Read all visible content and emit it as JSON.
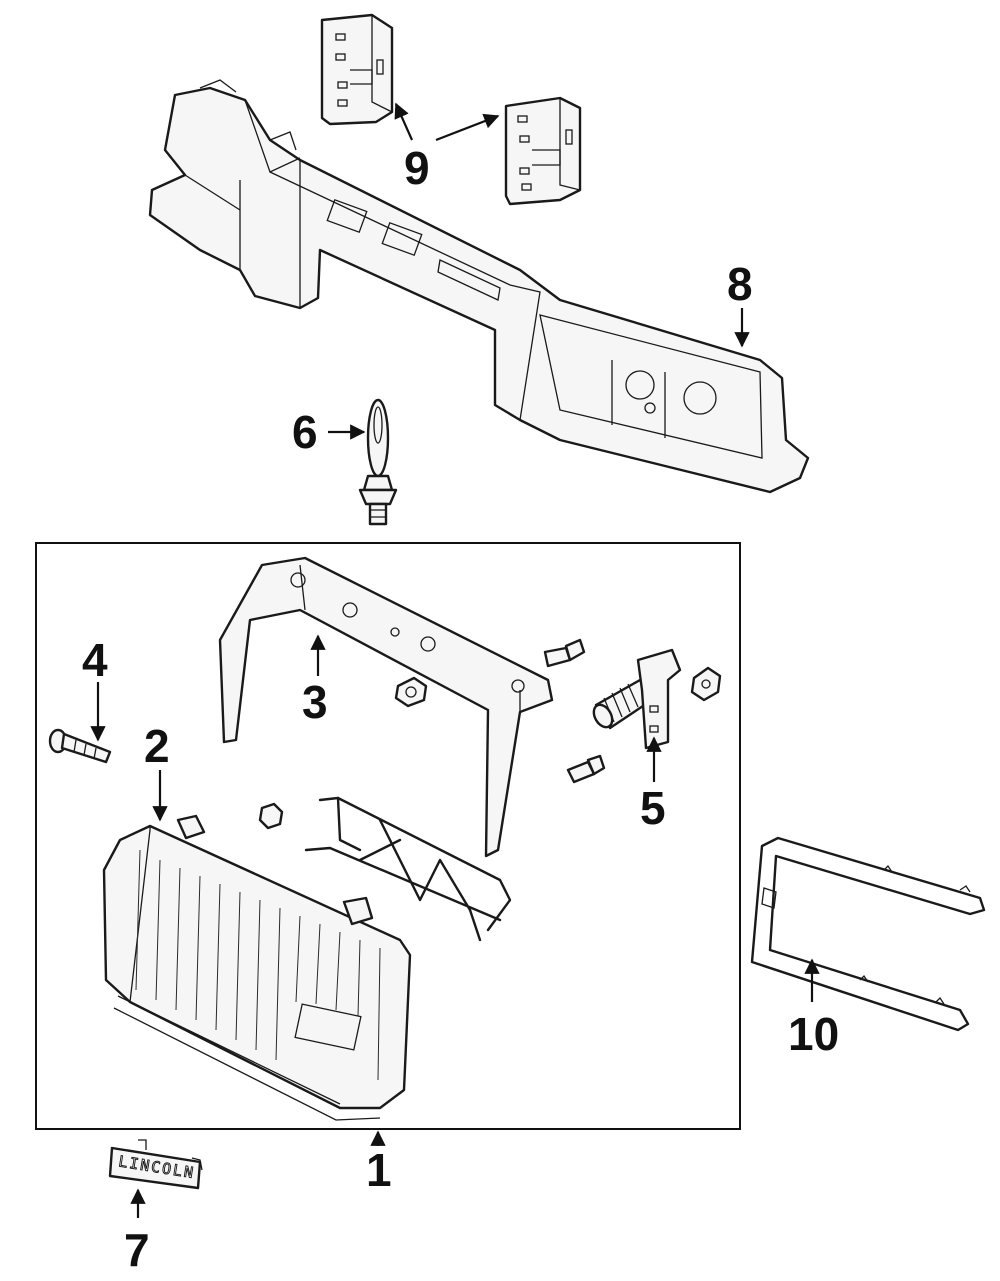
{
  "diagram": {
    "callouts": [
      {
        "id": "1",
        "label": "1"
      },
      {
        "id": "2",
        "label": "2"
      },
      {
        "id": "3",
        "label": "3"
      },
      {
        "id": "4",
        "label": "4"
      },
      {
        "id": "5",
        "label": "5"
      },
      {
        "id": "6",
        "label": "6"
      },
      {
        "id": "7",
        "label": "7"
      },
      {
        "id": "8",
        "label": "8"
      },
      {
        "id": "9",
        "label": "9"
      },
      {
        "id": "10",
        "label": "10"
      }
    ],
    "emblem_text": "LINCOLN",
    "colors": {
      "ink": "#111111",
      "paper": "#ffffff",
      "part_fill": "#f6f6f6"
    }
  }
}
